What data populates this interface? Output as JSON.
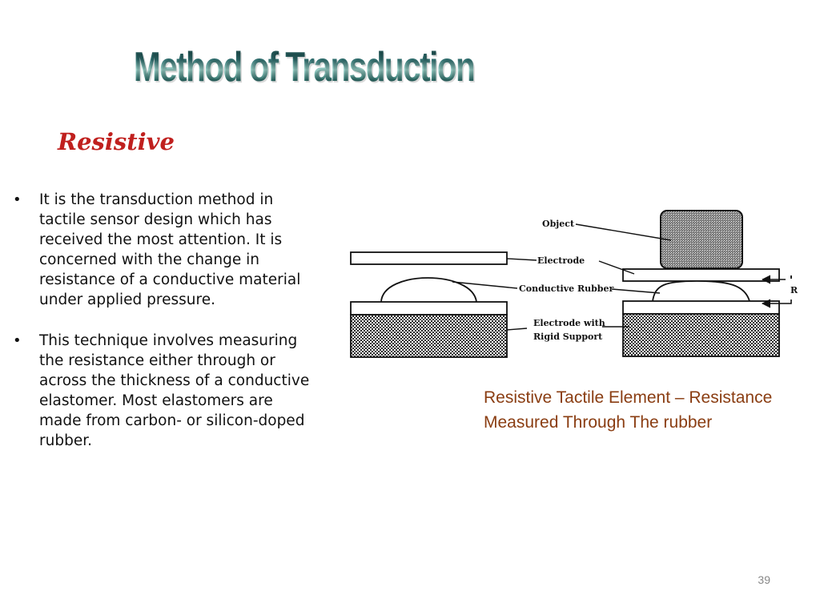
{
  "slide": {
    "title": "Method of Transduction",
    "subheading": "Resistive",
    "bullets": [
      {
        "marker": "•",
        "text": "It is the transduction method in tactile sensor design which has received the most attention. It is concerned with the change in resistance of a conductive material under applied pressure."
      },
      {
        "marker": "•",
        "text": "This technique involves measuring the resistance either through or across the thickness of a conductive elastomer. Most elastomers are made from carbon- or silicon-doped rubber."
      }
    ],
    "diagram": {
      "labels": {
        "object": "Object",
        "electrode": "Electrode",
        "conductive_rubber": "Conductive Rubber",
        "electrode_with": "Electrode with",
        "rigid_support": "Rigid Support",
        "resistance": "R"
      }
    },
    "caption": "Resistive Tactile Element – Resistance Measured Through The rubber",
    "page_number": "39",
    "colors": {
      "subheading": "#c0201e",
      "caption": "#8a3d12",
      "title_gradient_dark": "#0d2b2b",
      "title_gradient_light": "#9ad0c8"
    }
  }
}
